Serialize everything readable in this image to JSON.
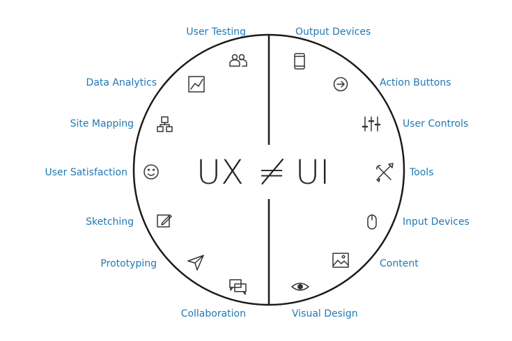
{
  "center": {
    "left_term": "UX",
    "symbol": "≠",
    "right_term": "UI"
  },
  "ux_items": [
    {
      "label": "User Testing",
      "icon": "users-icon"
    },
    {
      "label": "Data Analytics",
      "icon": "chart-icon"
    },
    {
      "label": "Site Mapping",
      "icon": "sitemap-icon"
    },
    {
      "label": "User Satisfaction",
      "icon": "smiley-icon"
    },
    {
      "label": "Sketching",
      "icon": "pencil-icon"
    },
    {
      "label": "Prototyping",
      "icon": "paper-plane-icon"
    },
    {
      "label": "Collaboration",
      "icon": "chat-icon"
    }
  ],
  "ui_items": [
    {
      "label": "Output Devices",
      "icon": "phone-icon"
    },
    {
      "label": "Action Buttons",
      "icon": "arrow-button-icon"
    },
    {
      "label": "User Controls",
      "icon": "sliders-icon"
    },
    {
      "label": "Tools",
      "icon": "tools-icon"
    },
    {
      "label": "Input Devices",
      "icon": "mouse-icon"
    },
    {
      "label": "Content",
      "icon": "image-icon"
    },
    {
      "label": "Visual Design",
      "icon": "eye-icon"
    }
  ],
  "colors": {
    "label": "#1f78b4",
    "line": "#1a1a1a",
    "icon": "#333333"
  }
}
